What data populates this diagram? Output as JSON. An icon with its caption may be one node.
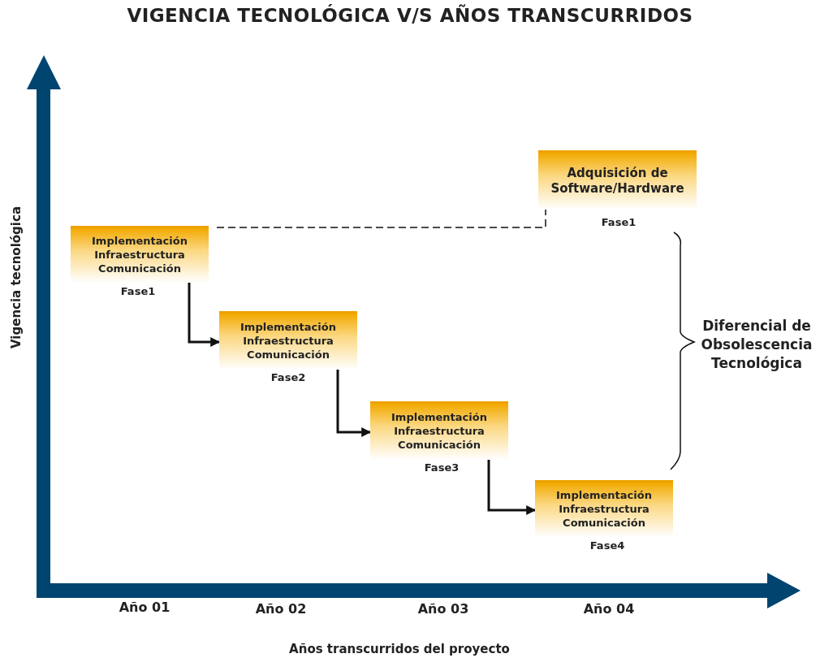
{
  "diagram": {
    "title": "VIGENCIA TECNOLÓGICA V/S AÑOS TRANSCURRIDOS",
    "nodes": [
      {
        "text": [
          "Adquisición de Software/Hardware"
        ],
        "beside": [
          "Fase1"
        ]
      },
      {
        "text": [
          "Implementación Infraestructura Comunicación"
        ],
        "beside": [
          "Fase1"
        ]
      },
      {
        "text": [
          "Implementación Infraestructura Comunicación"
        ],
        "beside": [
          "Fase2"
        ]
      },
      {
        "text": [
          "Implementación Infraestructura Comunicación"
        ],
        "beside": [
          "Fase3"
        ]
      },
      {
        "text": [
          "Implementación Infraestructura Comunicación"
        ],
        "beside": [
          "Fase4"
        ]
      }
    ],
    "edges": [
      {
        "from": 1,
        "to": 0,
        "arrow": "none",
        "style": "dashed"
      },
      {
        "from": 1,
        "to": 2,
        "arrow": "to"
      },
      {
        "from": 2,
        "to": 3,
        "arrow": "to"
      },
      {
        "from": 3,
        "to": 4,
        "arrow": "to"
      }
    ],
    "labels": [
      "Vigencia tecnológica",
      "Diferencial de Obsolescencia Tecnológica",
      "Año 01",
      "Año 02",
      "Año 03",
      "Año 04",
      "Años transcurridos del proyecto"
    ]
  }
}
